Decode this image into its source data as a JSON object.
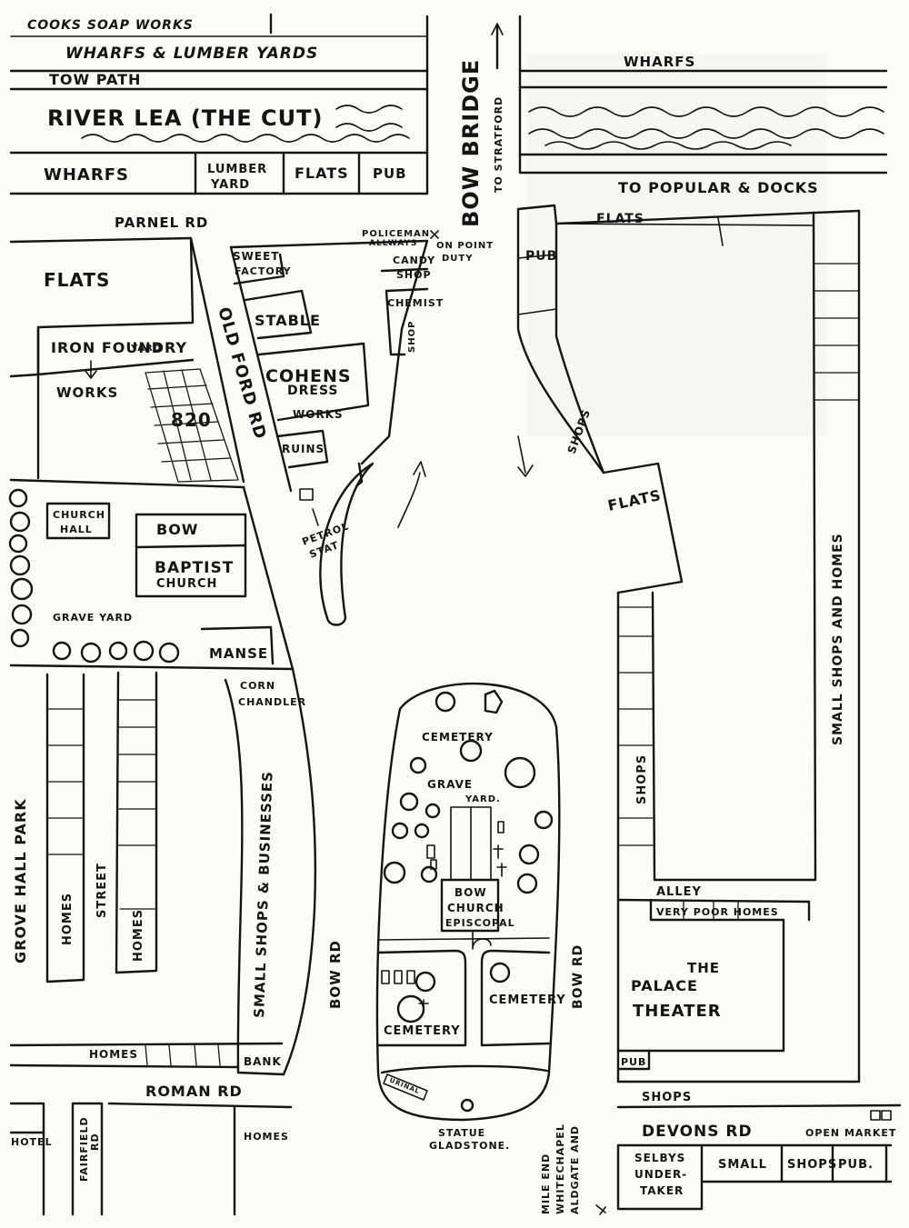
{
  "labels": {
    "cooks_soap_works": "COOKS SOAP WORKS",
    "wharfs_lumber_yards": "WHARFS & LUMBER YARDS",
    "tow_path": "TOW PATH",
    "river_lea": "RIVER LEA (THE CUT)",
    "wharfs_left": "WHARFS",
    "lumber_yard_1": "LUMBER",
    "lumber_yard_2": "YARD",
    "flats_top": "FLATS",
    "pub_top": "PUB",
    "bow_bridge": "BOW BRIDGE",
    "to_stratford": "TO STRATFORD",
    "wharfs_right": "WHARFS",
    "to_popular_docks": "TO POPULAR & DOCKS",
    "parnel_rd": "PARNEL RD",
    "policeman_1": "POLICEMAN",
    "policeman_2": "ALLWAYS",
    "policeman_3": "ON POINT",
    "policeman_4": "DUTY",
    "flats_right_top": "FLATS",
    "pub_right": "PUB",
    "flats_left": "FLATS",
    "sweet_1": "SWEET",
    "sweet_2": "FACTORY",
    "candy_1": "CANDY",
    "candy_2": "SHOP",
    "chemist": "CHEMIST",
    "shop_small": "SHOP",
    "stable": "STABLE",
    "iron_foundry": "IRON FOUNDRY",
    "yard": "YARD",
    "works": "WORKS",
    "number_820": "820",
    "old_ford_rd": "OLD FORD RD",
    "cohens": "COHENS",
    "dress": "DRESS",
    "dress_works": "WORKS",
    "ruins": "RUINS",
    "petrol_1": "PETROL",
    "petrol_2": "STAT",
    "shops_diag": "SHOPS",
    "flats_mid_right": "FLATS",
    "church_hall_1": "CHURCH",
    "church_hall_2": "HALL",
    "bow_baptist_1": "BOW",
    "bow_baptist_2": "BAPTIST",
    "bow_baptist_3": "CHURCH",
    "grave_yard_left": "GRAVE YARD",
    "manse": "MANSE",
    "corn_1": "CORN",
    "corn_2": "CHANDLER",
    "small_shops_homes": "SMALL SHOPS AND HOMES",
    "cemetery_top": "CEMETERY",
    "grave_yard_mid_1": "GRAVE",
    "grave_yard_mid_2": "YARD.",
    "grove_hall_park": "GROVE HALL PARK",
    "homes_1": "HOMES",
    "street": "STREET",
    "homes_2": "HOMES",
    "small_shops_businesses": "SMALL SHOPS & BUSINESSES",
    "bow_rd_left": "BOW RD",
    "bow_church_1": "BOW",
    "bow_church_2": "CHURCH",
    "bow_church_3": "EPISCOPAL",
    "shops_right_col": "SHOPS",
    "alley": "ALLEY",
    "very_poor_homes": "VERY POOR HOMES",
    "cemetery_left": "CEMETERY",
    "cemetery_right": "CEMETERY",
    "bow_rd_right": "BOW RD",
    "the_palace_1": "THE",
    "the_palace_2": "PALACE",
    "the_palace_3": "THEATER",
    "homes_bottom": "HOMES",
    "bank": "BANK",
    "pub_bottom": "PUB",
    "shops_bottom": "SHOPS",
    "roman_rd": "ROMAN RD",
    "urinal": "URINAL",
    "devons_rd": "DEVONS RD",
    "open_market": "OPEN MARKET",
    "hotel": "HOTEL",
    "fairfield_1": "FAIRFIELD",
    "fairfield_2": "RD",
    "homes_bl": "HOMES",
    "statue_1": "STATUE",
    "statue_2": "GLADSTONE.",
    "mile_end_1": "MILE END",
    "mile_end_2": "WHITECHAPEL",
    "mile_end_3": "ALDGATE AND",
    "selbys_1": "SELBYS",
    "selbys_2": "UNDER-",
    "selbys_3": "TAKER",
    "small_bottom": "SMALL",
    "shops_pub_1": "SHOPS",
    "shops_pub_2": "PUB."
  }
}
